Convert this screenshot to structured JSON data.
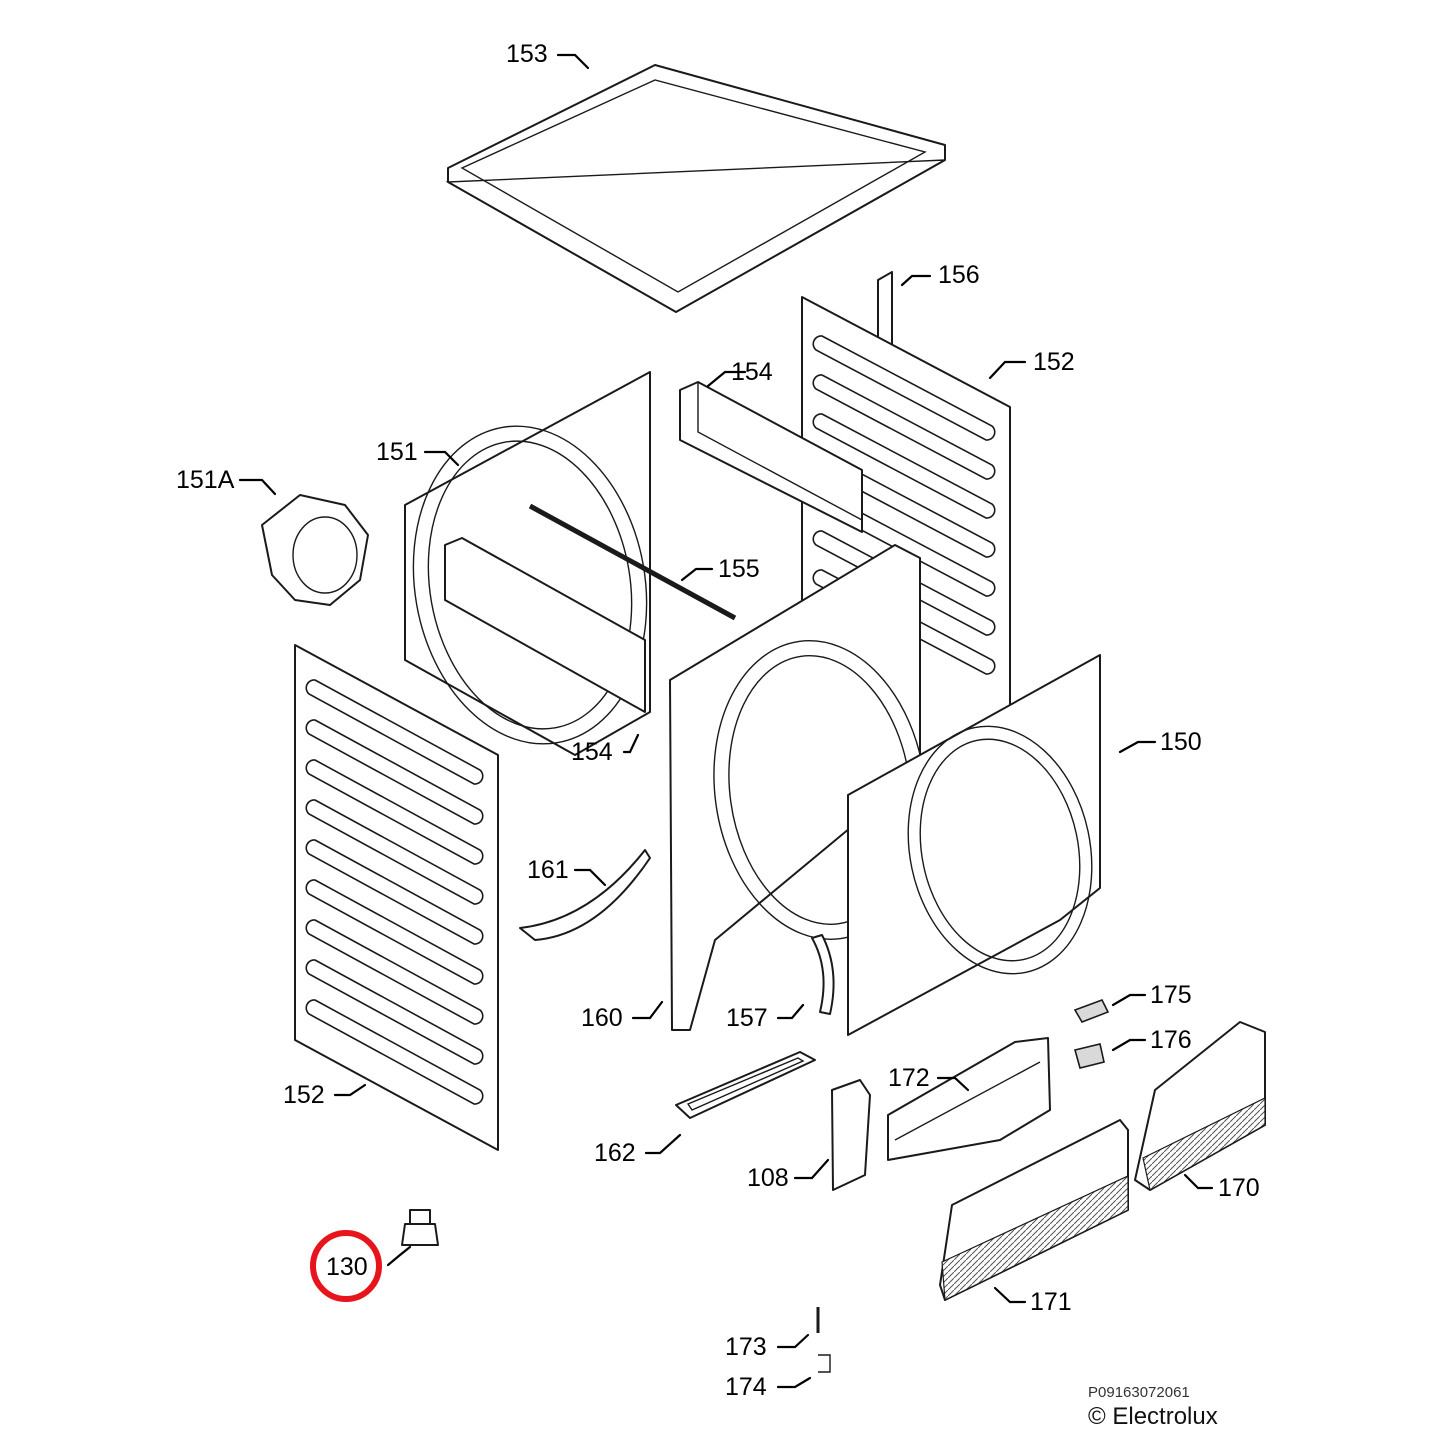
{
  "labels": {
    "p153": "153",
    "p156": "156",
    "p152_top": "152",
    "p154_top": "154",
    "p151": "151",
    "p151a": "151A",
    "p155": "155",
    "p150": "150",
    "p154_bottom": "154",
    "p161": "161",
    "p160": "160",
    "p157": "157",
    "p175": "175",
    "p176": "176",
    "p172": "172",
    "p152_bottom": "152",
    "p162": "162",
    "p108": "108",
    "p170": "170",
    "p130": "130",
    "p171": "171",
    "p173": "173",
    "p174": "174"
  },
  "highlight": {
    "part": "130",
    "color": "#e8141b"
  },
  "footer": {
    "drawing_code": "P09163072061",
    "copyright": "© Electrolux"
  }
}
